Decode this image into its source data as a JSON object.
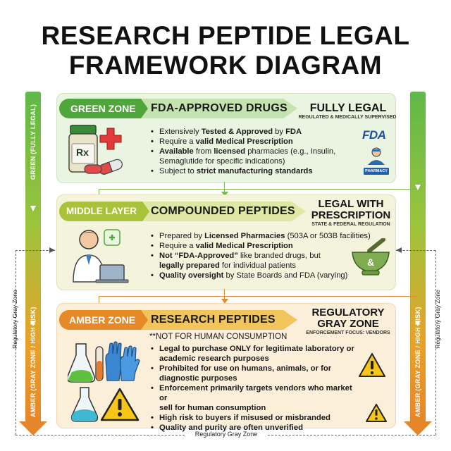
{
  "title": {
    "line1": "RESEARCH PEPTIDE LEGAL",
    "line2": "FRAMEWORK DIAGRAM"
  },
  "side": {
    "left_top": "GREEN (FULLY LEGAL)",
    "left_bottom": "AMBER (GRAY ZONE / HIGH RISK)",
    "right_bottom": "AMBER (GRAY ZONE / HIGH RISK)",
    "gray_zone_left": "Regulatory Gray Zone",
    "gray_zone_right": "Regulatory Gray Zone",
    "gray_zone_bottom": "Regulatory Gray Zone"
  },
  "green": {
    "zone_label": "GREEN ZONE",
    "title": "FDA-APPROVED DRUGS",
    "status": "FULLY LEGAL",
    "status_sub": "REGULATED & MEDICALLY SUPERVISED",
    "fda_logo": "FDA",
    "pharmacy_label": "PHARMACY",
    "rx_label": "Rx",
    "bullets": [
      [
        "Extensively ",
        "Tested & Approved",
        " by ",
        "FDA",
        ""
      ],
      [
        "Require a ",
        "valid Medical Prescription",
        "",
        "",
        ""
      ],
      [
        "",
        "Available",
        " from ",
        "licensed",
        " pharmacies (e.g., Insulin,"
      ],
      [
        "Semaglutide for specific indications)",
        "",
        "",
        "",
        ""
      ],
      [
        "Subject to ",
        "strict manufacturing standards",
        "",
        "",
        ""
      ]
    ]
  },
  "middle": {
    "zone_label": "MIDDLE LAYER",
    "title": "COMPOUNDED PEPTIDES",
    "status_line1": "LEGAL WITH",
    "status_line2": "PRESCRIPTION",
    "status_sub": "STATE & FEDERAL REGULATION",
    "mortar_symbol": "&",
    "bullets": [
      [
        "Prepared by ",
        "Licensed Pharmacies",
        " (503A or 503B facilities)"
      ],
      [
        "Require a ",
        "valid Medical Prescription",
        ""
      ],
      [
        "",
        "Not “FDA-Approved”",
        " like branded drugs, but"
      ],
      [
        "",
        "legally prepared",
        " for individual patients"
      ],
      [
        "",
        "Quality oversight",
        " by State Boards and FDA (varying)"
      ]
    ]
  },
  "amber": {
    "zone_label": "AMBER ZONE",
    "title": "RESEARCH PEPTIDES",
    "status_line1": "REGULATORY",
    "status_line2": "GRAY ZONE",
    "status_sub": "ENFORCEMENT FOCUS: VENDORS",
    "not_human": "**NOT FOR HUMAN CONSUMPTION",
    "bullets": [
      "Legal to purchase ONLY for legitimate laboratory or",
      "academic research purposes",
      "Prohibited for use on humans, animals, or for",
      "diagnostic purposes",
      "Enforcement primarily targets vendors who market or",
      "sell for human consumption",
      "High risk to buyers if misused or misbranded",
      "Quality and purity are often unverified"
    ],
    "bullet_starts": [
      true,
      false,
      true,
      false,
      true,
      false,
      true,
      true
    ]
  },
  "colors": {
    "green": "#5fb848",
    "middle": "#a7c43a",
    "amber": "#e39a2c",
    "orange": "#e6862a"
  }
}
